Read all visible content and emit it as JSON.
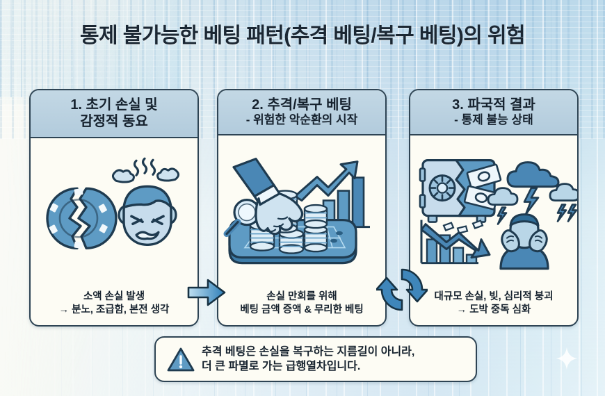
{
  "title": "통제 불가능한 베팅 패턴(추격 베팅/복구 베팅)의 위험",
  "colors": {
    "accent": "#3a84b8",
    "ink": "#16222e",
    "border": "#2e4454",
    "panel_head": "#b2cbdc",
    "panel_body": "#fdfcf4"
  },
  "panels": [
    {
      "head_line1": "1. 초기 손실 및",
      "head_line2": "감정적 동요",
      "has_subtitle": false,
      "art": "broken-chip-and-angry-face",
      "foot_line1": "소액 손실 발생",
      "foot_line2": "→ 분노, 조급함, 본전 생각"
    },
    {
      "head_line1": "2. 추격/복구 베팅",
      "head_line2": "- 위험한 악순환의 시작",
      "has_subtitle": true,
      "art": "hand-stacking-coins-rising-chart",
      "foot_line1": "손실 만회를 위해",
      "foot_line2": "베팅 금액 증액 & 무리한 베팅"
    },
    {
      "head_line1": "3. 파국적 결과",
      "head_line2": "- 통제 불능 상태",
      "has_subtitle": true,
      "art": "broken-safe-storm-falling-chart-despair",
      "foot_line1": "대규모 손실, 빚, 심리적 붕괴",
      "foot_line2": "→ 도박 중독 심화"
    }
  ],
  "connectors": [
    {
      "icon": "right-arrow-icon",
      "between": "panel-1-to-panel-2"
    },
    {
      "icon": "cycle-loop-arrows-icon",
      "between": "panel-2-to-panel-3"
    }
  ],
  "banner": {
    "icon": "warning-triangle-icon",
    "line1": "추격 베팅은 손실을 복구하는 지름길이 아니라,",
    "line2": "더 큰 파멸로 가는 급행열차입니다."
  },
  "decoration": {
    "sparkle": "four-point-sparkle-icon"
  }
}
